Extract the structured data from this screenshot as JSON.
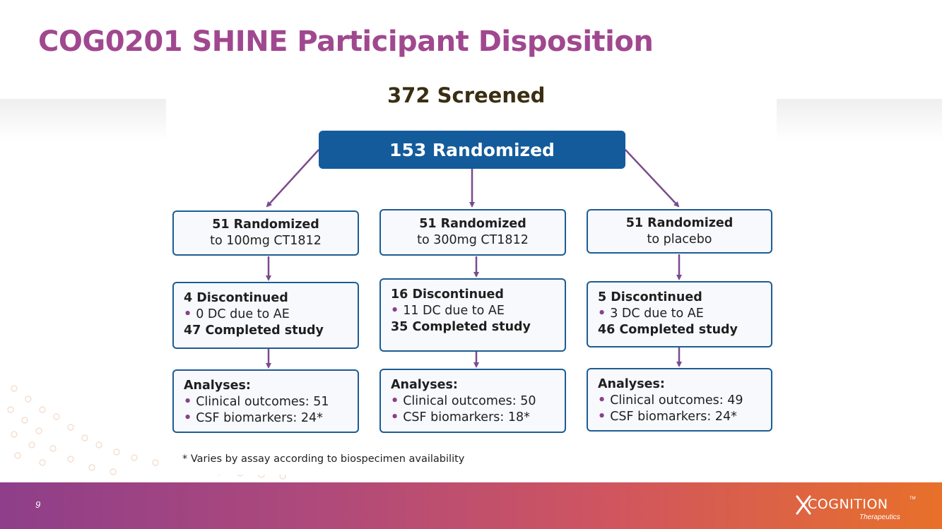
{
  "title": "COG0201 SHINE Participant Disposition",
  "screened": "372 Screened",
  "randomized": "153 Randomized",
  "arms": [
    {
      "randomized_title": "51 Randomized",
      "randomized_sub": "to 100mg CT1812",
      "discontinued": "4 Discontinued",
      "dc_ae": "0 DC due to AE",
      "completed": "47 Completed study",
      "analyses": "Analyses:",
      "clinical": "Clinical outcomes: 51",
      "csf": "CSF biomarkers: 24*"
    },
    {
      "randomized_title": "51 Randomized",
      "randomized_sub": "to 300mg CT1812",
      "discontinued": "16 Discontinued",
      "dc_ae": "11 DC due to AE",
      "completed": "35 Completed study",
      "analyses": "Analyses:",
      "clinical": "Clinical outcomes: 50",
      "csf": "CSF biomarkers: 18*"
    },
    {
      "randomized_title": "51 Randomized",
      "randomized_sub": "to placebo",
      "discontinued": "5 Discontinued",
      "dc_ae": "3 DC due to AE",
      "completed": "46 Completed study",
      "analyses": "Analyses:",
      "clinical": "Clinical outcomes: 49",
      "csf": "CSF biomarkers: 24*"
    }
  ],
  "footnote": "* Varies by assay according to biospecimen availability",
  "footer": {
    "page_number": "9",
    "logo_text": "COGNITION",
    "logo_sub": "Therapeutics",
    "logo_tm": "TM"
  },
  "colors": {
    "title": "#a0488f",
    "randomized_fill": "#145b9b",
    "box_border": "#1d5c93",
    "arrow": "#7b4a8e",
    "bullet": "#8a3f8c"
  }
}
